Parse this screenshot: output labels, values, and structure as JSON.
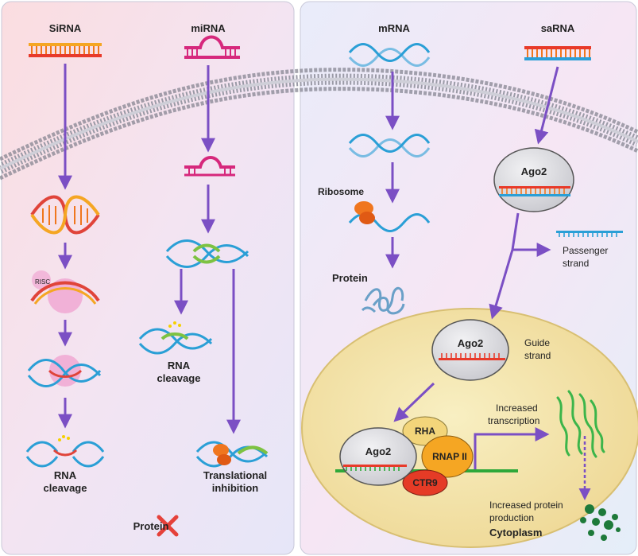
{
  "left_panel": {
    "col1_title": "SiRNA",
    "col2_title": "miRNA",
    "risc_label": "RISC",
    "rna_cleavage_1": [
      "RNA",
      "cleavage"
    ],
    "rna_cleavage_2": [
      "RNA",
      "cleavage"
    ],
    "translational_inhibition": [
      "Translational",
      "inhibition"
    ],
    "protein_blocked": "Protein"
  },
  "right_panel": {
    "mrna_title": "mRNA",
    "sarna_title": "saRNA",
    "ribosome": "Ribosome",
    "protein": "Protein",
    "ago2_cytoplasm": "Ago2",
    "passenger_strand": [
      "Passenger",
      "strand"
    ],
    "ago2_nucleus": "Ago2",
    "guide_strand": [
      "Guide",
      "strand"
    ],
    "increased_transcription": [
      "Increased",
      "transcription"
    ],
    "rha": "RHA",
    "ago2_complex": "Ago2",
    "rnap": "RNAP II",
    "ctr9": "CTR9",
    "increased_protein": [
      "Increased protein",
      "production"
    ],
    "cytoplasm": "Cytoplasm"
  },
  "colors": {
    "arrow": "#7b4fc4",
    "nucleus": "#f2e4a4",
    "strand_blue": "#2a9fd6",
    "strand_orange": "#f0761e",
    "strand_magenta": "#d6287c",
    "dna_green": "#2ea83a",
    "ctr9_red": "#e53b26",
    "rnap_orange": "#f5a623",
    "rha_yellow": "#f3d57a",
    "ago2_grey": "#d8d8dc",
    "dot_green": "#1e7a3a"
  }
}
